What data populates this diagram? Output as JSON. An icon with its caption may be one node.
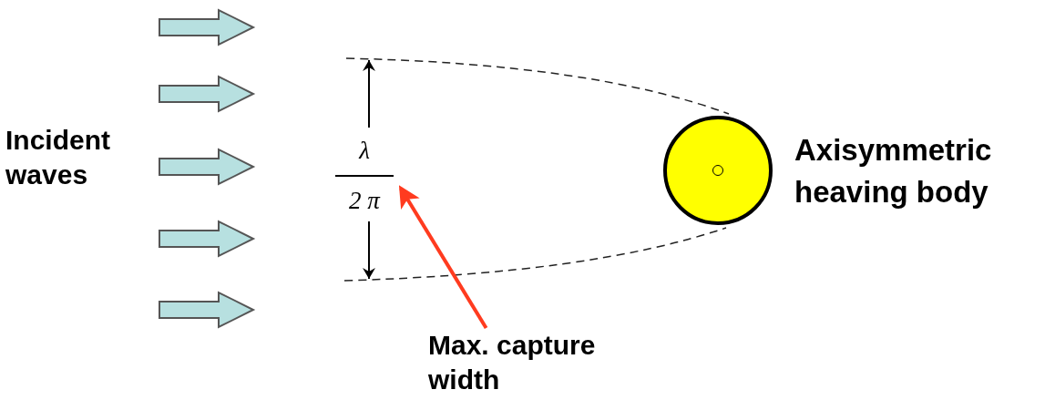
{
  "diagram": {
    "nodes": [
      {
        "text": [
          "Incident waves"
        ]
      },
      {
        "text": [],
        "shape": "circle",
        "beside": [
          "Axisymmetric heaving body"
        ]
      },
      {
        "text": [
          "λ",
          "2 π"
        ]
      },
      {
        "text": [
          "Max. capture width"
        ]
      }
    ],
    "edges": [
      {
        "from": 3,
        "to": 2,
        "arrow": "to",
        "color": "#ff3b1f"
      }
    ]
  }
}
